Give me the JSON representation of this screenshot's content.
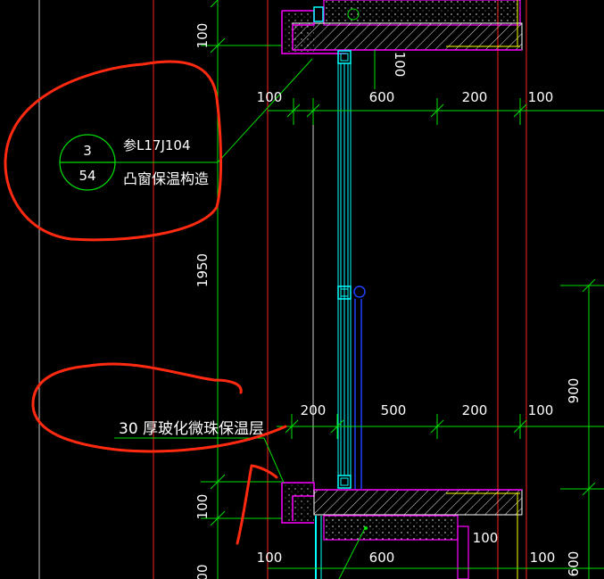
{
  "detail_callout": {
    "detail_number": "3",
    "sheet_number": "54",
    "reference_line": "参L17J104",
    "title_line": "凸窗保温构造"
  },
  "insulation_note": "30 厚玻化微珠保温层",
  "dimensions": {
    "left_vertical_top": "100",
    "left_vertical_middle": "1950",
    "left_vertical_bottom": "100",
    "left_vertical_cut": "00",
    "frame_top_vertical": "100",
    "upper_row": [
      "100",
      "600",
      "200",
      "100"
    ],
    "middle_row": [
      "200",
      "500",
      "200",
      "100"
    ],
    "lower_row": [
      "100",
      "600",
      "100",
      "100"
    ],
    "right_vertical_900": "900",
    "right_vertical_600": "600"
  },
  "colors": {
    "background": "#000000",
    "wall_line": "#ff2020",
    "dimension_line": "#00e000",
    "slab_outline": "#ff00ff",
    "window_frame": "#00ffff",
    "window_blue": "#2040ff",
    "insulation_yellow": "#ffff00",
    "annotation_red": "#ff2a10",
    "text": "#ffffff"
  }
}
